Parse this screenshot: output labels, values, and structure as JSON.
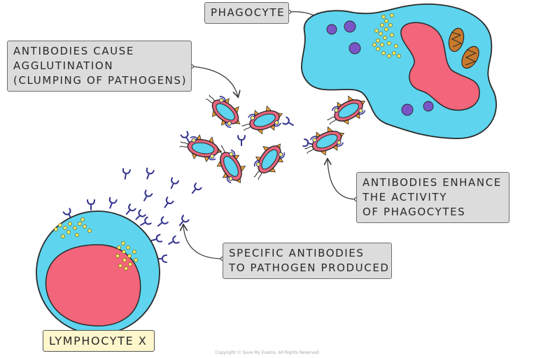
{
  "labels": {
    "phagocyte": "PHAGOCYTE",
    "agglutination": [
      "ANTIBODIES CAUSE",
      "AGGLUTINATION",
      "(CLUMPING OF PATHOGENS)"
    ],
    "enhance": [
      "ANTIBODIES ENHANCE",
      "THE ACTIVITY",
      "OF PHAGOCYTES"
    ],
    "specific": [
      "SPECIFIC ANTIBODIES",
      "TO PATHOGEN PRODUCED"
    ],
    "lymphocyte": "LYMPHOCYTE X"
  },
  "copyright": "Copyright © Save My Exams. All Rights Reserved",
  "colors": {
    "cytoplasm": "#5ed4ee",
    "nucleus": "#f2657a",
    "antibody": "#35358f",
    "bacterium_wall": "#e8647c",
    "bacterium_inner": "#5ed4ee",
    "spike": "#f0a030",
    "label_box": "#dcdcdc",
    "lymphocyte_label": "#fff6cc",
    "ribosome": "#f6ec6a",
    "mitochondrion": "#c87a2c"
  }
}
